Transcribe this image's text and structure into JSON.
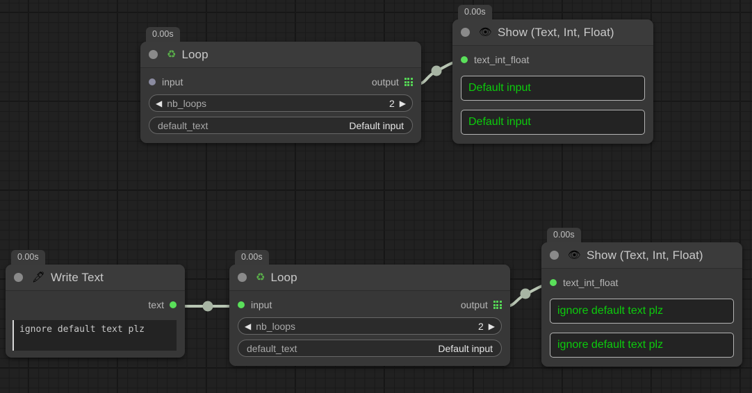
{
  "app": {
    "canvas_background": "#212121",
    "accent_green": "#5ae05a",
    "value_text_green": "#0ccc0c",
    "edge_color": "#b9c6b4"
  },
  "nodes": [
    {
      "id": "loop-top",
      "time_badge": "0.00s",
      "icon": "recycle-icon",
      "icon_glyph": "♻",
      "title": "Loop",
      "input_port": {
        "label": "input",
        "state": "disconnected"
      },
      "output_port": {
        "label": "output",
        "icon": "grid-icon"
      },
      "params": [
        {
          "name": "nb_loops",
          "value": "2",
          "type": "stepper",
          "left_arrow": "◀",
          "right_arrow": "▶"
        },
        {
          "name": "default_text",
          "value": "Default input",
          "type": "text"
        }
      ]
    },
    {
      "id": "show-top",
      "time_badge": "0.00s",
      "icon": "eye-icon",
      "icon_glyph": "👁",
      "title": "Show (Text, Int, Float)",
      "input_port": {
        "label": "text_int_float",
        "state": "connected"
      },
      "values": [
        "Default input",
        "Default input"
      ]
    },
    {
      "id": "write-text",
      "time_badge": "0.00s",
      "icon": "pen-nib-icon",
      "icon_glyph": "🖋",
      "title": "Write Text",
      "output_port": {
        "label": "text",
        "state": "connected"
      },
      "editor_value": "ignore default text plz"
    },
    {
      "id": "loop-bottom",
      "time_badge": "0.00s",
      "icon": "recycle-icon",
      "icon_glyph": "♻",
      "title": "Loop",
      "input_port": {
        "label": "input",
        "state": "connected"
      },
      "output_port": {
        "label": "output",
        "icon": "grid-icon"
      },
      "params": [
        {
          "name": "nb_loops",
          "value": "2",
          "type": "stepper",
          "left_arrow": "◀",
          "right_arrow": "▶"
        },
        {
          "name": "default_text",
          "value": "Default input",
          "type": "text"
        }
      ]
    },
    {
      "id": "show-bottom",
      "time_badge": "0.00s",
      "icon": "eye-icon",
      "icon_glyph": "👁",
      "title": "Show (Text, Int, Float)",
      "input_port": {
        "label": "text_int_float",
        "state": "connected"
      },
      "values": [
        "ignore default text plz",
        "ignore default text plz"
      ]
    }
  ],
  "edges": [
    {
      "id": "edge-loop-top-to-show-top",
      "from": "loop-top.output",
      "to": "show-top.text_int_float"
    },
    {
      "id": "edge-write-text-to-loop-bottom",
      "from": "write-text.text",
      "to": "loop-bottom.input"
    },
    {
      "id": "edge-loop-bottom-to-show-bottom",
      "from": "loop-bottom.output",
      "to": "show-bottom.text_int_float"
    }
  ]
}
